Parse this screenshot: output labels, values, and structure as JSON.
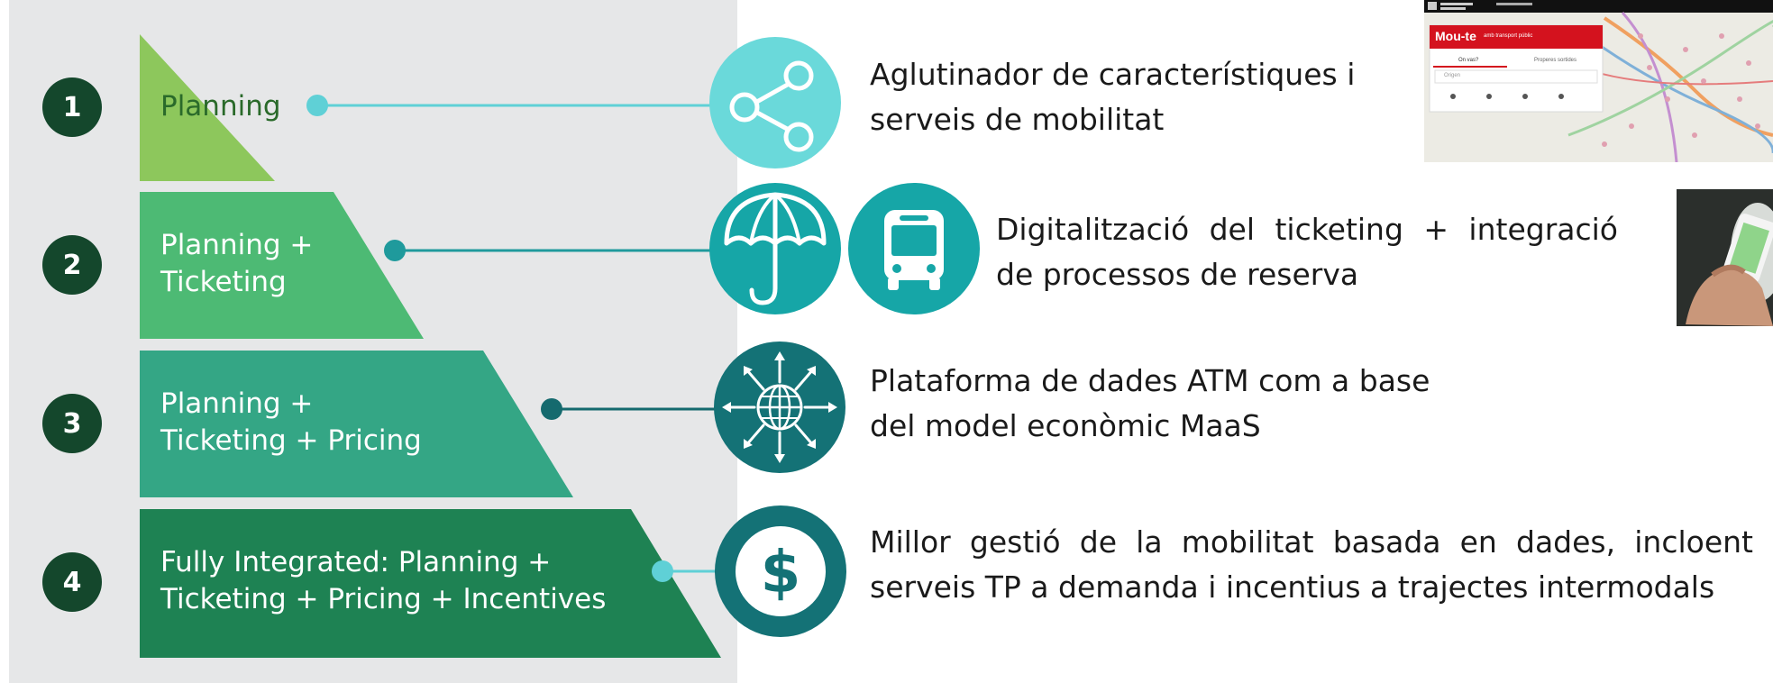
{
  "levels": [
    {
      "number": "1",
      "label_lines": [
        "Planning"
      ]
    },
    {
      "number": "2",
      "label_lines": [
        "Planning +",
        "Ticketing"
      ]
    },
    {
      "number": "3",
      "label_lines": [
        "Planning +",
        "Ticketing + Pricing"
      ]
    },
    {
      "number": "4",
      "label_lines": [
        "Fully Integrated: Planning +",
        "Ticketing + Pricing + Incentives"
      ]
    }
  ],
  "descriptions": [
    {
      "lines": [
        "Aglutinador de característiques i",
        "serveis de mobilitat"
      ]
    },
    {
      "lines": [
        "Digitalització del ticketing + integració",
        "de processos de reserva"
      ]
    },
    {
      "lines": [
        "Plataforma de dades ATM com a base",
        "del model econòmic MaaS"
      ]
    },
    {
      "lines": [
        "Millor gestió de la mobilitat basada en dades, incloent",
        "serveis TP a demanda i incentius a trajectes intermodals"
      ]
    }
  ],
  "icons": [
    "share-icon",
    "umbrella-icon",
    "bus-icon",
    "globe-arrows-icon",
    "dollar-icon"
  ],
  "app_thumbnail": {
    "header_text": "Mou-te",
    "subheader_text": "amb transport públic",
    "tab_1": "On vas?",
    "tab_2": "Properes sortides",
    "search_placeholder": "Origen"
  },
  "colors": {
    "panel_bg": "#e6e7e8",
    "tier1": "#8dc75c",
    "tier2": "#4dba74",
    "tier3": "#34a685",
    "tier4": "#1e8253",
    "number_circle": "#14472c",
    "connector_light": "#5fd0d6",
    "connector_mid": "#1f9a9c",
    "connector_dark": "#156a6e",
    "icon_light": "#6ad9da",
    "icon_mid": "#16a6a7",
    "icon_dark": "#147276"
  }
}
